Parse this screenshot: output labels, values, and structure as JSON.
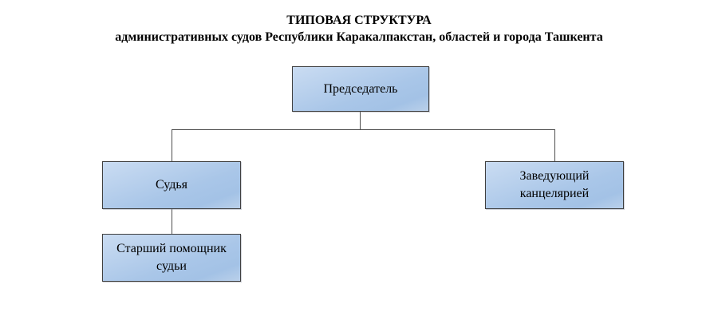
{
  "header": {
    "title": "ТИПОВАЯ СТРУКТУРА",
    "subtitle": "административных судов Республики Каракалпакстан, областей и города Ташкента"
  },
  "nodes": {
    "chairman": {
      "label": "Председатель"
    },
    "judge": {
      "label": "Судья"
    },
    "head_of_chancellery": {
      "label": "Заведующий канцелярией"
    },
    "senior_assistant_judge": {
      "label": "Старший помощник судьи"
    }
  },
  "edges": [
    {
      "from": "chairman",
      "to": "judge"
    },
    {
      "from": "chairman",
      "to": "head_of_chancellery"
    },
    {
      "from": "judge",
      "to": "senior_assistant_judge"
    }
  ],
  "colors": {
    "background": "#ffffff",
    "box_fill_light": "#cadcf2",
    "box_fill_dark": "#a3c2e6",
    "box_border": "#404040",
    "connector": "#4d4d4d",
    "text": "#000000"
  }
}
